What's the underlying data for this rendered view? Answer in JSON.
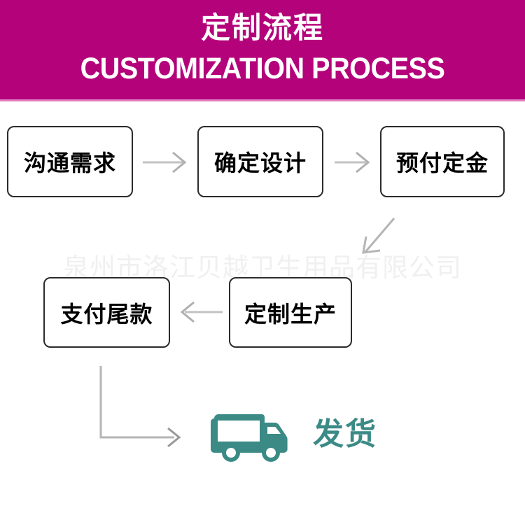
{
  "header": {
    "title_cn": "定制流程",
    "title_en": "CUSTOMIZATION PROCESS",
    "background_color": "#b4037a",
    "text_color": "#ffffff",
    "stripe_color": "#e27fbe"
  },
  "watermark": {
    "text": "泉州市洛江贝越卫生用品有限公司",
    "color": "#f0f0f0"
  },
  "flow": {
    "row1": [
      {
        "id": "box-1",
        "label": "沟通需求"
      },
      {
        "id": "box-2",
        "label": "确定设计"
      },
      {
        "id": "box-3",
        "label": "预付定金"
      }
    ],
    "row2": [
      {
        "id": "box-4",
        "label": "支付尾款"
      },
      {
        "id": "box-5",
        "label": "定制生产"
      }
    ],
    "connectors": [
      {
        "name": "arrow-box1-to-box2",
        "direction": "right"
      },
      {
        "name": "arrow-box2-to-box3",
        "direction": "right"
      },
      {
        "name": "arrow-box3-to-box5",
        "direction": "down-left-diagonal"
      },
      {
        "name": "arrow-box5-to-box4",
        "direction": "left"
      },
      {
        "name": "arrow-box4-to-shipping",
        "direction": "down-then-right"
      }
    ],
    "box_border_color": "#2b2b2b",
    "box_text_color": "#000000",
    "arrow_color": "#b5b5b5"
  },
  "shipping": {
    "label": "发货",
    "icon": "delivery-truck-icon",
    "color": "#3b8a86"
  }
}
